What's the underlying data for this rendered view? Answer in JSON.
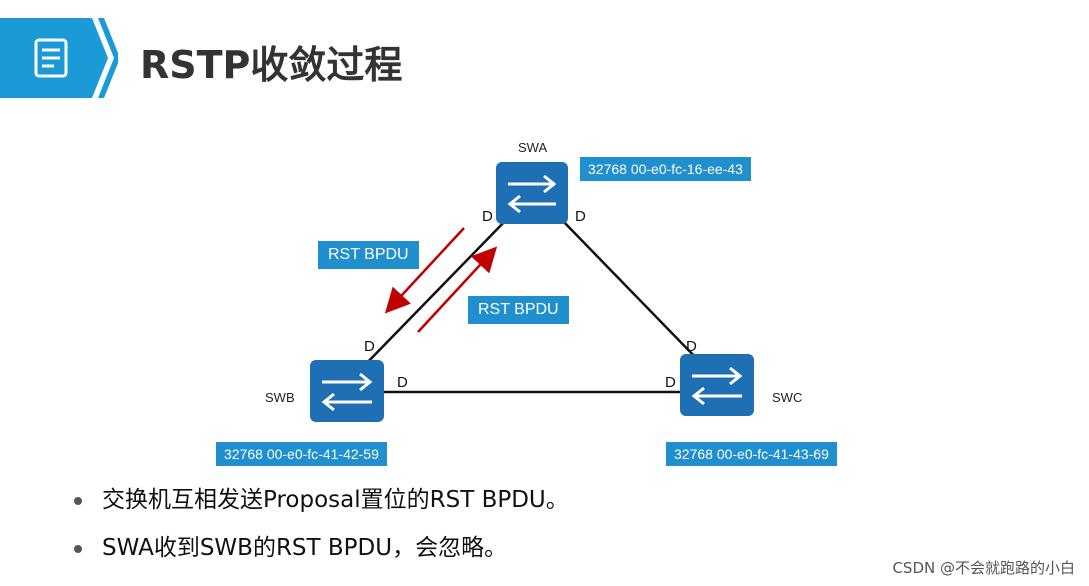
{
  "header": {
    "title": "RSTP收敛过程",
    "icon": "document-icon",
    "accent_color": "#1a9ad6"
  },
  "diagram": {
    "switches": [
      {
        "id": "swa",
        "name": "SWA",
        "info": "32768 00-e0-fc-16-ee-43"
      },
      {
        "id": "swb",
        "name": "SWB",
        "info": "32768 00-e0-fc-41-42-59"
      },
      {
        "id": "swc",
        "name": "SWC",
        "info": "32768 00-e0-fc-41-43-69"
      }
    ],
    "port_role": "D",
    "bpdu_labels": [
      "RST BPDU",
      "RST BPDU"
    ],
    "link_color": "#111111",
    "arrow_color": "#c00000",
    "switch_color": "#1f6fb5"
  },
  "bullets": [
    "交换机互相发送Proposal置位的RST  BPDU。",
    "SWA收到SWB的RST BPDU，会忽略。"
  ],
  "watermark": "CSDN @不会就跑路的小白"
}
